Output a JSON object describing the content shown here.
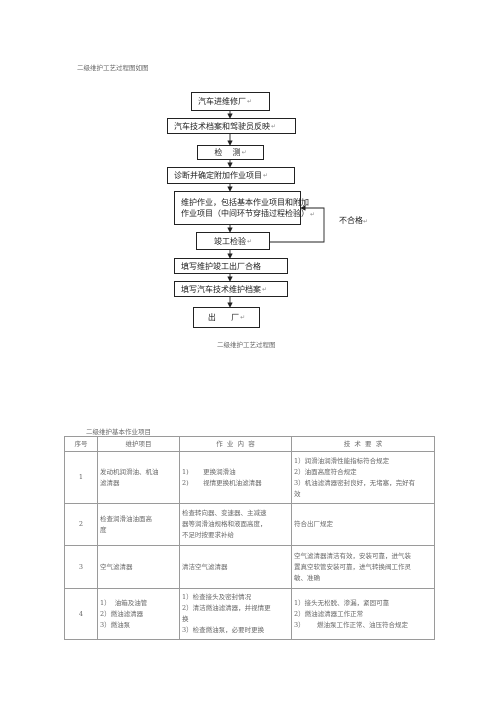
{
  "intro_text": "二级维护工艺过程图如图",
  "flowchart": {
    "steps": [
      {
        "text": "汽车进维修厂"
      },
      {
        "text": "汽车技术档案和驾驶员反映"
      },
      {
        "text": "检    测"
      },
      {
        "text": "诊断并确定附加作业项目"
      },
      {
        "lines": [
          "维护作业，包括基本作业项目和附加",
          "作业项目（中间环节穿插过程检验）"
        ]
      },
      {
        "text": "竣工检验"
      },
      {
        "text": "填写维护竣工出厂合格"
      },
      {
        "text": "填写汽车技术维护档案"
      },
      {
        "text": "出      厂"
      }
    ],
    "reject_label": "不合格"
  },
  "flow_caption": "二级维护工艺过程图",
  "table_title": "二级维护基本作业项目",
  "table": {
    "headers": [
      "序号",
      "维护项目",
      "作  业  内  容",
      "技  术  要  求"
    ],
    "rows": [
      {
        "no": "1",
        "item": [
          "发动机润滑油、机油",
          "滤清器"
        ],
        "content": [
          "1)       更换润滑油",
          "2)       视情更换机油滤清器"
        ],
        "requirement": [
          "1）润滑油润滑性能指标符合规定",
          "2）油面高度符合规定",
          "3）机油滤清器密封良好，无堵塞，完好有",
          "效"
        ]
      },
      {
        "no": "2",
        "item": [
          "检查润滑油油面高",
          "度"
        ],
        "content": [
          "检查转向器、变速器、主减速",
          "器等润滑油规格和液面高度，",
          "不足时按要求补给"
        ],
        "requirement": [
          "符合出厂规定"
        ]
      },
      {
        "no": "3",
        "item": [
          "空气滤清器"
        ],
        "content": [
          "清洁空气滤清器"
        ],
        "requirement": [
          "空气滤清器清洁有效，安装可靠，进气装",
          "置真空软管安装可靠，进气转换阀工作灵",
          "敏、准确"
        ]
      },
      {
        "no": "4",
        "item": [
          "1）  油箱及油管",
          "2）燃油滤清器",
          "3）燃油泵"
        ],
        "content": [
          "1）检查接头及密封情况",
          "2）清洁燃油滤清器，并视情更",
          "换",
          "3）检查燃油泵，必要时更换"
        ],
        "requirement": [
          "1）接头无松脱、渗漏，紧固可靠",
          "2）燃油滤清器工作正常",
          "3）      燃油泵工作正常、油压符合规定"
        ]
      }
    ]
  }
}
